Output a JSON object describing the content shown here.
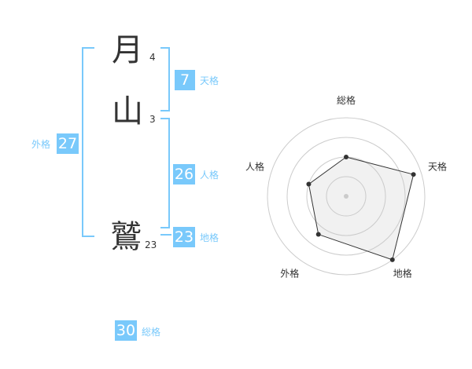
{
  "name": {
    "chars": [
      {
        "char": "月",
        "strokes": "4"
      },
      {
        "char": "山",
        "strokes": "3"
      },
      {
        "char": "鷲",
        "strokes": "23"
      }
    ]
  },
  "kakusu": {
    "tenkaku": {
      "label": "天格",
      "value": "7"
    },
    "jinkaku": {
      "label": "人格",
      "value": "26"
    },
    "chikaku": {
      "label": "地格",
      "value": "23"
    },
    "gaikaku": {
      "label": "外格",
      "value": "27"
    },
    "soukaku": {
      "label": "総格",
      "value": "30"
    }
  },
  "colors": {
    "accent": "#79c9fb",
    "text": "#333333",
    "grid": "#cccccc"
  },
  "chart_data": {
    "type": "radar",
    "axes": [
      "総格",
      "天格",
      "地格",
      "外格",
      "人格"
    ],
    "rings": 4,
    "values": [
      0.5,
      0.9,
      1.0,
      0.6,
      0.5
    ],
    "range": [
      0,
      1
    ]
  }
}
